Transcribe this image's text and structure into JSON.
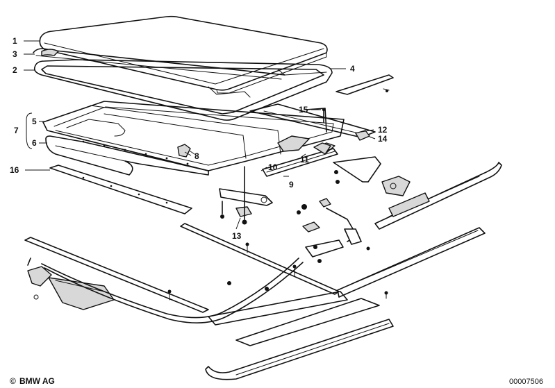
{
  "callouts": [
    {
      "id": "1",
      "label": "1"
    },
    {
      "id": "2",
      "label": "2"
    },
    {
      "id": "3",
      "label": "3"
    },
    {
      "id": "4",
      "label": "4"
    },
    {
      "id": "5",
      "label": "5"
    },
    {
      "id": "6",
      "label": "6"
    },
    {
      "id": "7",
      "label": "7"
    },
    {
      "id": "8",
      "label": "8"
    },
    {
      "id": "9",
      "label": "9"
    },
    {
      "id": "10",
      "label": "10"
    },
    {
      "id": "11",
      "label": "11"
    },
    {
      "id": "12",
      "label": "12"
    },
    {
      "id": "13",
      "label": "13"
    },
    {
      "id": "14",
      "label": "14"
    },
    {
      "id": "15",
      "label": "15"
    },
    {
      "id": "16",
      "label": "16"
    }
  ],
  "footer": {
    "copyright_symbol": "©",
    "brand": "BMW AG",
    "diagram_number": "00007506"
  }
}
